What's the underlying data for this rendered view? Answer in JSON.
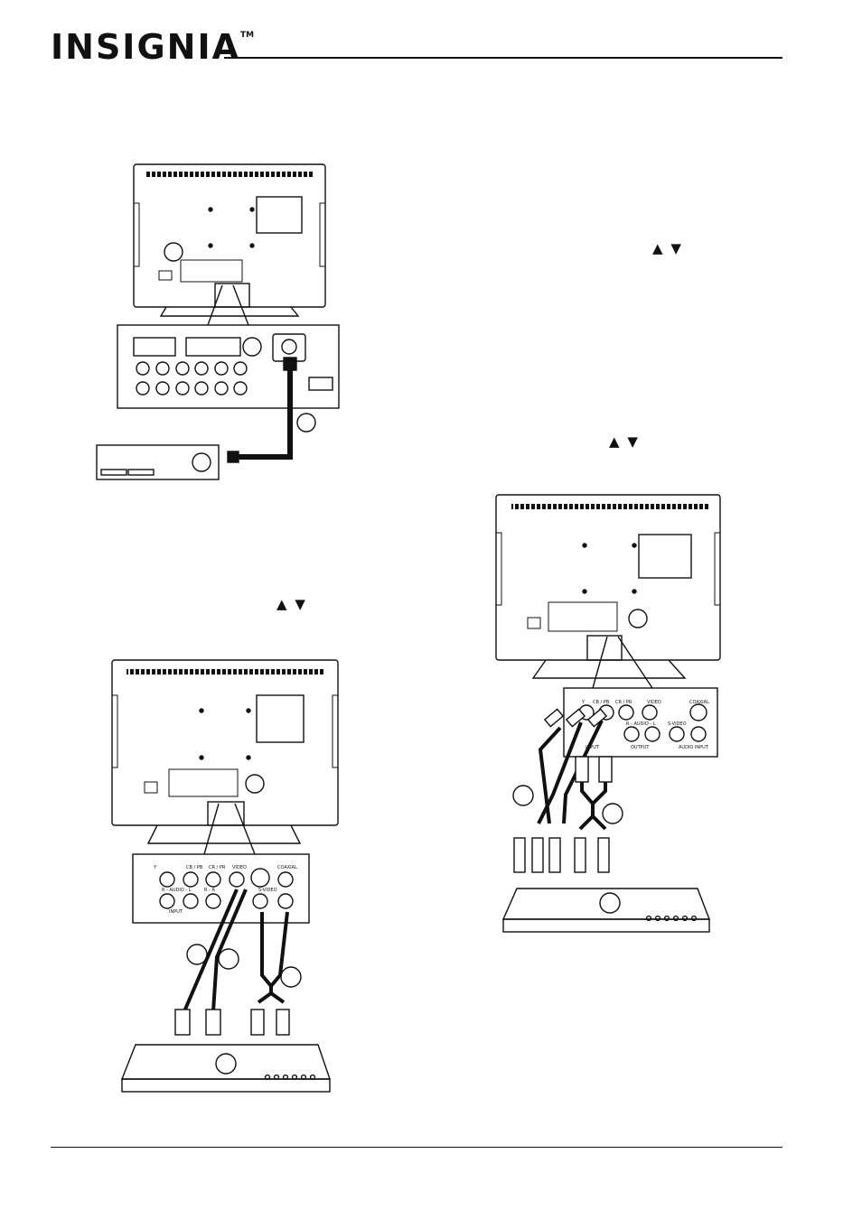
{
  "header": {
    "brand": "INSIGNIA",
    "trademark": "TM"
  },
  "nav_arrows": {
    "up": "▲",
    "down": "▼"
  },
  "figures": {
    "antenna_box": {
      "callouts": [
        "",
        "",
        ""
      ]
    },
    "composite": {
      "panel_labels": [
        "Y",
        "CB / PB",
        "CR / PR",
        "VIDEO",
        "COAXIAL",
        "R - AUDIO - L",
        "S-VIDEO",
        "R - AUDIO",
        "INPUT",
        "AUDIO INPUT"
      ]
    },
    "component": {
      "panel_labels": [
        "Y",
        "CB / PB",
        "CR / PR",
        "VIDEO",
        "COAXIAL",
        "R - AUDIO - L",
        "S-VIDEO",
        "OUTPUT",
        "INPUT",
        "AUDIO INPUT",
        "R",
        "L"
      ]
    }
  }
}
